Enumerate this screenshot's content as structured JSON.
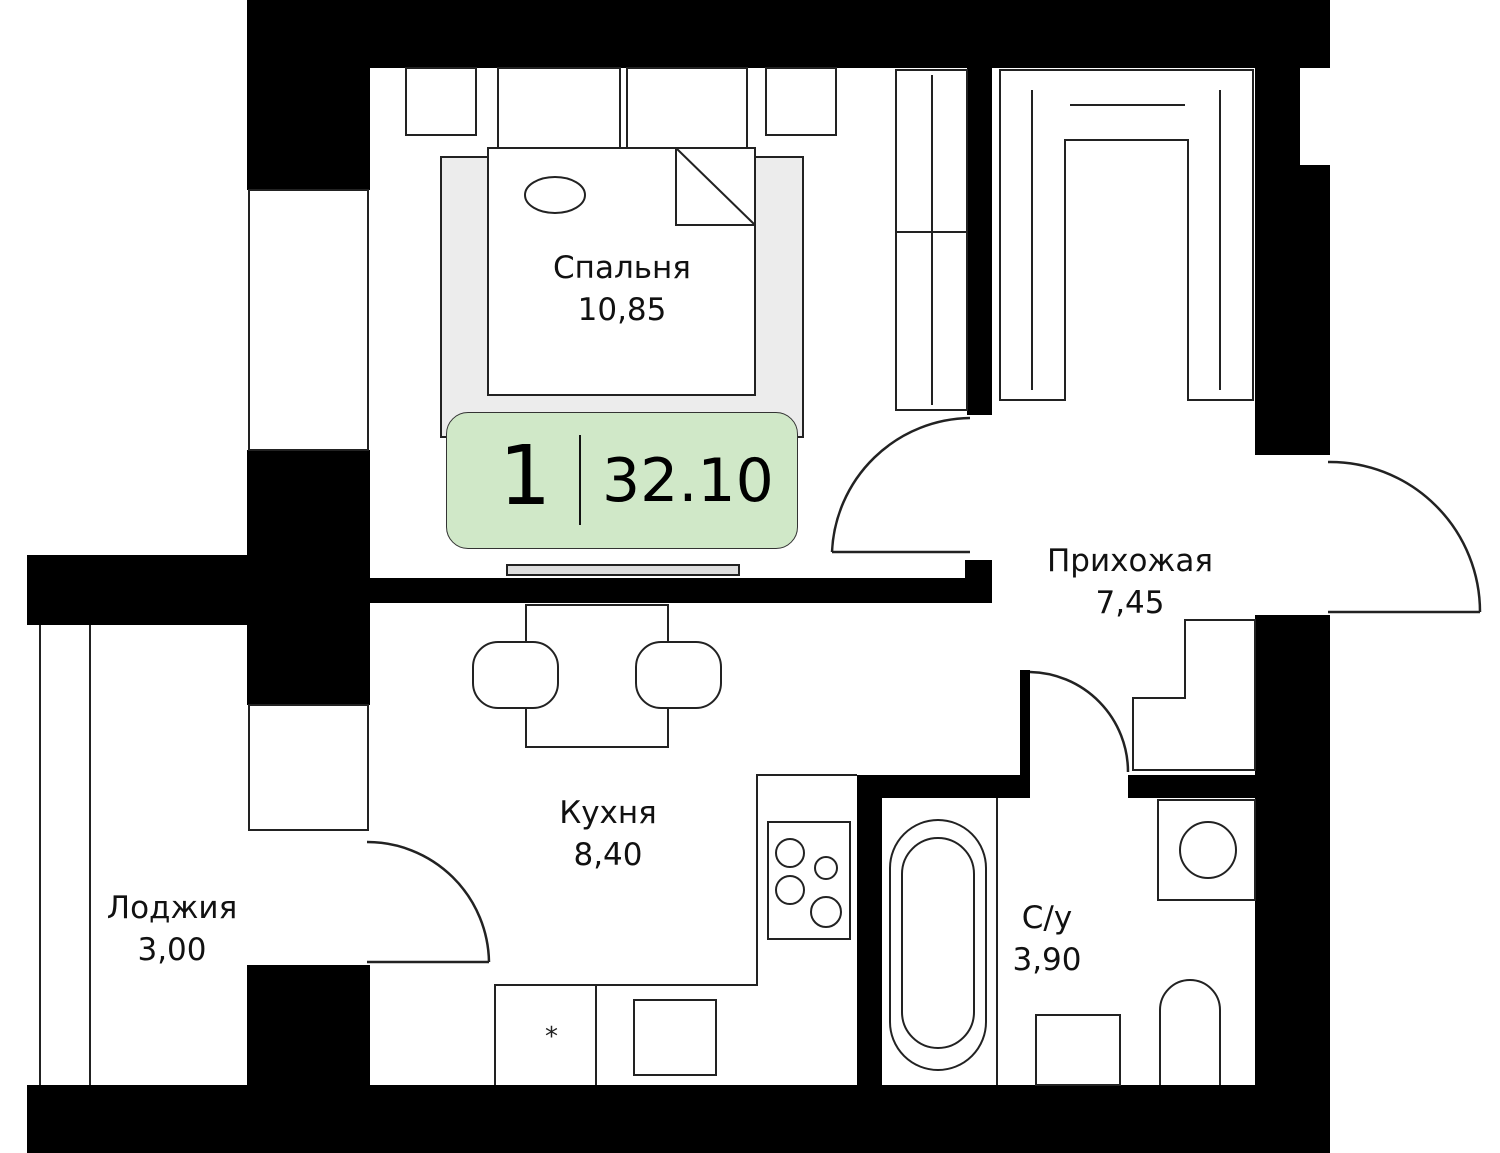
{
  "colors": {
    "wall": "#000000",
    "badge": "#d0e8c8",
    "furniture_fill": "#ececec"
  },
  "badge": {
    "rooms": "1",
    "area": "32.10"
  },
  "rooms": [
    {
      "name": "Спальня",
      "area": "10,85"
    },
    {
      "name": "Прихожая",
      "area": "7,45"
    },
    {
      "name": "Кухня",
      "area": "8,40"
    },
    {
      "name": "Лоджия",
      "area": "3,00"
    },
    {
      "name": "С/у",
      "area": "3,90"
    }
  ]
}
